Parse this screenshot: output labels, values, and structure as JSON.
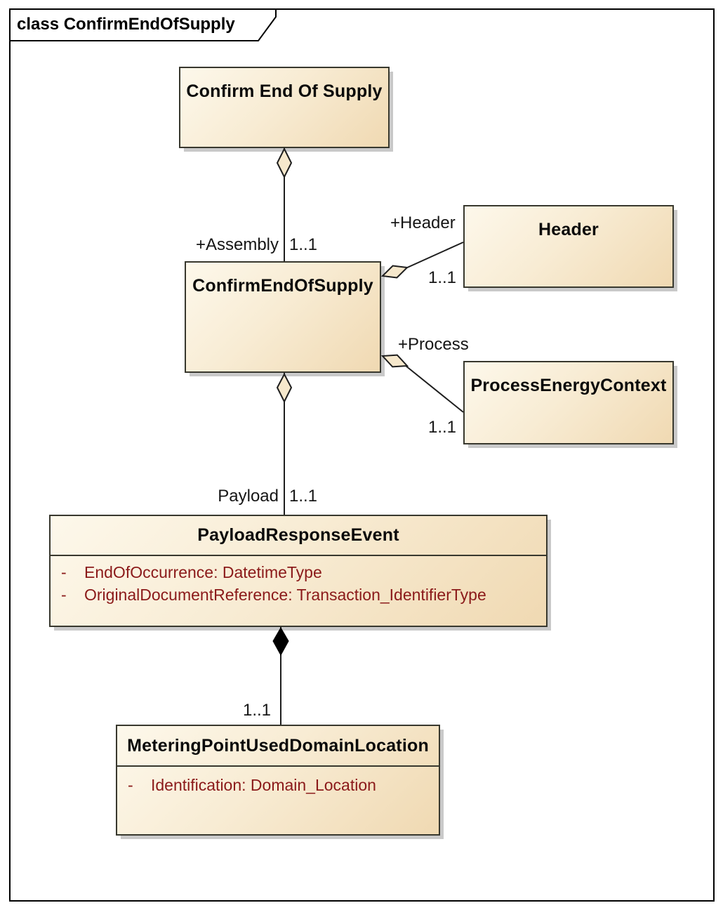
{
  "frame": {
    "title": "class ConfirmEndOfSupply"
  },
  "colors": {
    "box_fill_light": "#FDF8EB",
    "box_fill_dark": "#F0D9B2",
    "box_border": "#38382E",
    "shadow": "#C9C9C9",
    "name_text": "#0A0A0A",
    "attribute_text": "#8B1A1A",
    "line": "#1E1E1E",
    "diamond_fill": "#F6E8CC",
    "composition_diamond_fill": "#000000"
  },
  "classes": [
    {
      "name": "Confirm End Of Supply",
      "attributes": []
    },
    {
      "name": "ConfirmEndOfSupply",
      "attributes": []
    },
    {
      "name": "Header",
      "attributes": []
    },
    {
      "name": "ProcessEnergyContext",
      "attributes": []
    },
    {
      "name": "PayloadResponseEvent",
      "attributes": [
        {
          "visibility": "-",
          "text": "EndOfOccurrence: DatetimeType"
        },
        {
          "visibility": "-",
          "text": "OriginalDocumentReference: Transaction_IdentifierType"
        }
      ]
    },
    {
      "name": "MeteringPointUsedDomainLocation",
      "attributes": [
        {
          "visibility": "-",
          "text": "Identification: Domain_Location"
        }
      ]
    }
  ],
  "relationships": {
    "assembly": {
      "role": "+Assembly",
      "multiplicity": "1..1",
      "type": "aggregation"
    },
    "header": {
      "role": "+Header",
      "multiplicity": "1..1",
      "type": "aggregation"
    },
    "process": {
      "role": "+Process",
      "multiplicity": "1..1",
      "type": "aggregation"
    },
    "payload": {
      "role": "Payload",
      "multiplicity": "1..1",
      "type": "aggregation"
    },
    "metering": {
      "multiplicity": "1..1",
      "type": "composition"
    }
  }
}
